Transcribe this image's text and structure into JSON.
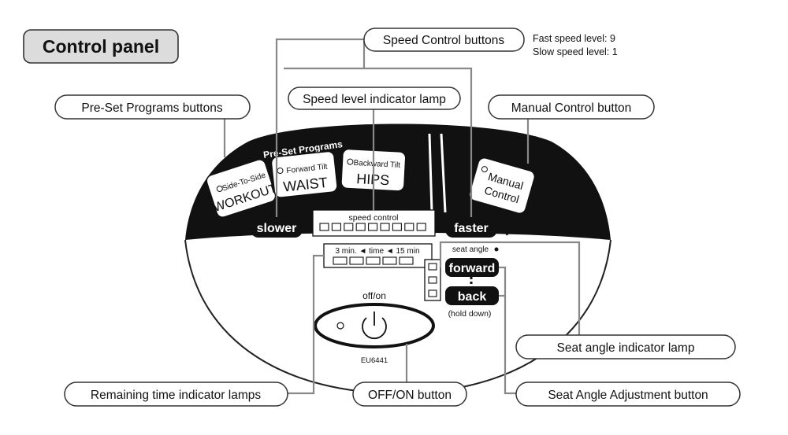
{
  "title": "Control panel",
  "speed_note": {
    "fast": "Fast speed level:  9",
    "slow": "Slow speed level:  1"
  },
  "callouts": {
    "speed_control": "Speed Control buttons",
    "preset_programs": "Pre-Set Programs buttons",
    "speed_lamp": "Speed level indicator lamp",
    "manual_control": "Manual Control button",
    "seat_angle_lamp": "Seat angle indicator lamp",
    "remaining_time": "Remaining time indicator lamps",
    "off_on": "OFF/ON button",
    "seat_angle_adjust": "Seat Angle Adjustment button"
  },
  "panel": {
    "preset_header": "Pre-Set Programs",
    "workout_sub": "Side-To-Side",
    "workout": "WORKOUT",
    "waist_sub": "Forward Tilt",
    "waist": "WAIST",
    "hips_sub": "Backward Tilt",
    "hips": "HIPS",
    "manual_1": "Manual",
    "manual_2": "Control",
    "slower": "slower",
    "faster": "faster",
    "speed_control_label": "speed control",
    "time_label": "3 min. ◄ time ◄ 15 min",
    "seat_angle_label": "seat angle",
    "forward": "forward",
    "back": "back",
    "hold_down": "(hold down)",
    "off_on": "off/on",
    "model": "EU6441"
  }
}
